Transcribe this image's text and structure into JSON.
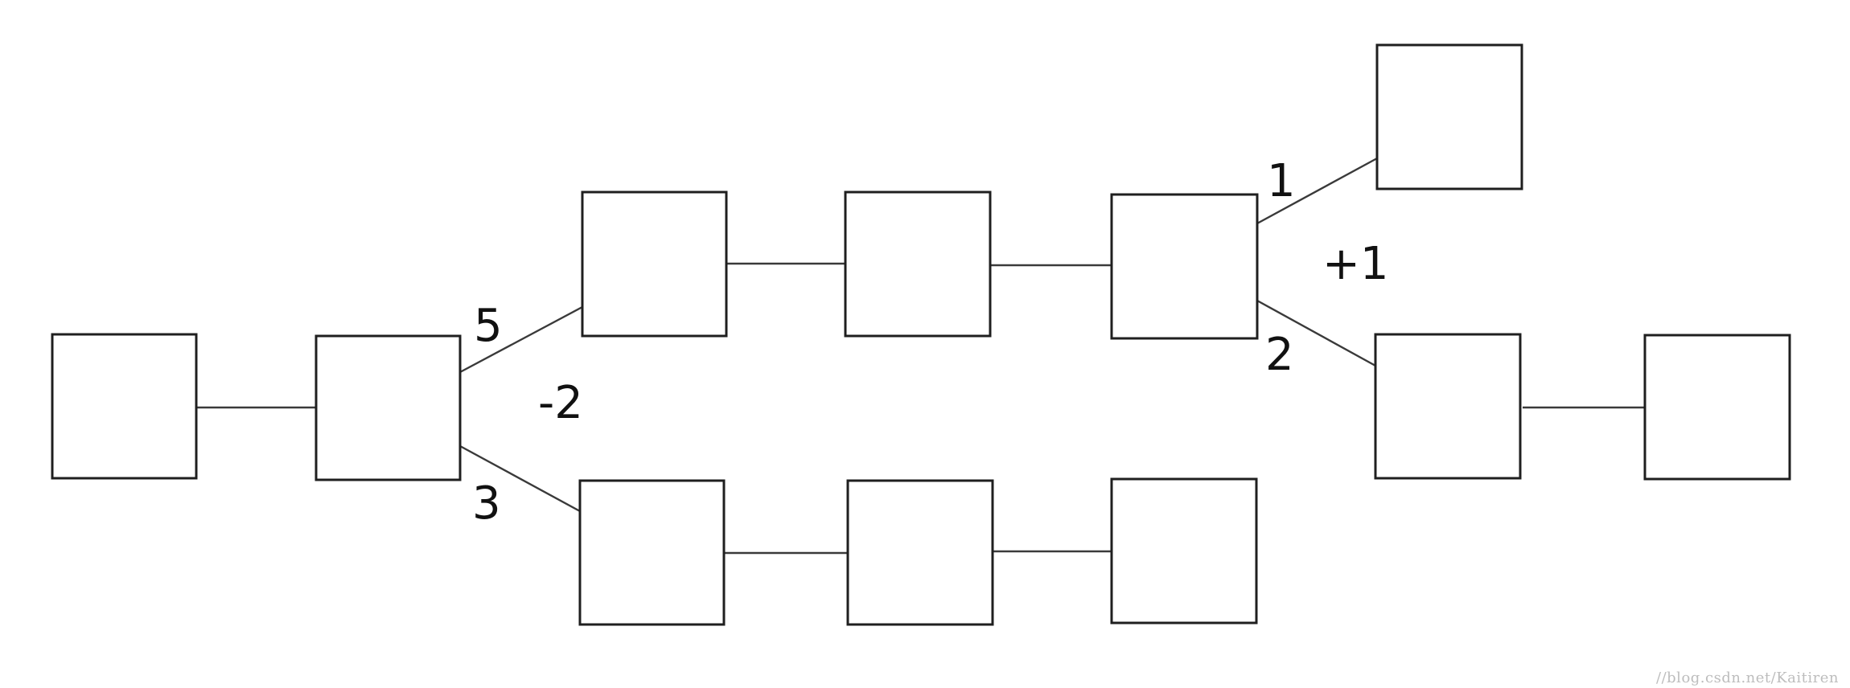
{
  "diagram": {
    "labels": {
      "edge_top_branch": "5",
      "edge_bottom_branch": "3",
      "left_diff": "-2",
      "edge_upper_leaf": "1",
      "edge_lower_leaf": "2",
      "right_diff": "+1"
    }
  },
  "watermark": "//blog.csdn.net/Kaitiren"
}
